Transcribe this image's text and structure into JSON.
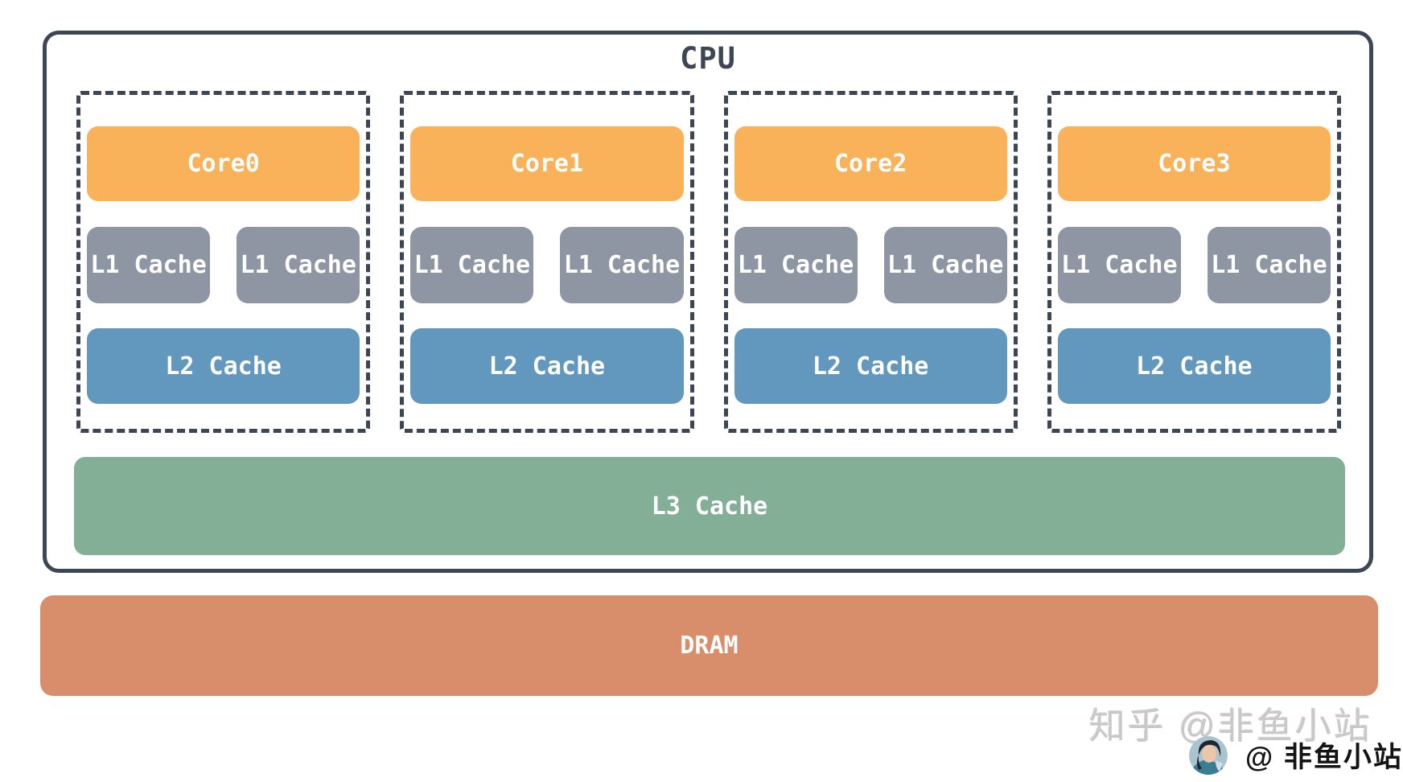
{
  "title": "CPU",
  "cores": [
    {
      "name": "Core0",
      "l1_labels": [
        "L1 Cache",
        "L1 Cache"
      ],
      "l2_label": "L2 Cache"
    },
    {
      "name": "Core1",
      "l1_labels": [
        "L1 Cache",
        "L1 Cache"
      ],
      "l2_label": "L2 Cache"
    },
    {
      "name": "Core2",
      "l1_labels": [
        "L1 Cache",
        "L1 Cache"
      ],
      "l2_label": "L2 Cache"
    },
    {
      "name": "Core3",
      "l1_labels": [
        "L1 Cache",
        "L1 Cache"
      ],
      "l2_label": "L2 Cache"
    }
  ],
  "l3_label": "L3 Cache",
  "dram_label": "DRAM",
  "watermark": {
    "zhihu_text": "知乎 @非鱼小站",
    "badge_text": "@ 非鱼小站"
  },
  "colors": {
    "core": "#F9B259",
    "l1": "#8D96A2",
    "l2": "#6298BD",
    "l3": "#83AF97",
    "dram": "#D88E6B",
    "outline": "#3D4654"
  }
}
